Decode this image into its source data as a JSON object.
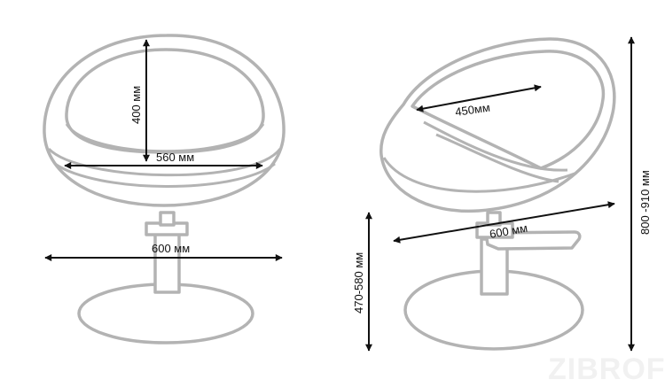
{
  "front_view": {
    "seat_depth_label": "400 мм",
    "seat_width_label": "560 мм",
    "base_width_label": "600 мм"
  },
  "side_view": {
    "seat_inner_label": "450мм",
    "base_width_label": "600 мм",
    "seat_height_label": "470-580 мм",
    "total_height_label": "800 -910 мм"
  },
  "watermark": "ZIBROF",
  "colors": {
    "outline": "#b3b3b3",
    "dimension": "#111111"
  }
}
